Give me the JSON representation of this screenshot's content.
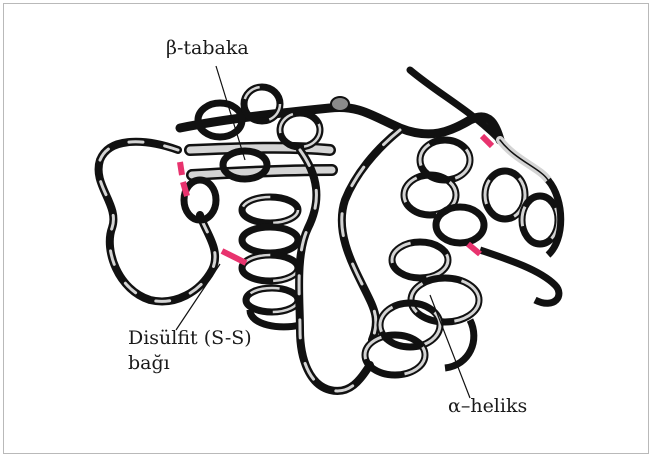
{
  "labels": {
    "beta_sheet": "β-tabaka",
    "disulfide_line1": "Disülfit (S-S)",
    "disulfide_line2": "bağı",
    "alpha_helix": "α–heliks"
  },
  "colors": {
    "ribbon_dark": "#111111",
    "ribbon_light": "#d4d4d4",
    "disulfide_bond": "#e8336e",
    "frame": "#b9b9b9"
  }
}
